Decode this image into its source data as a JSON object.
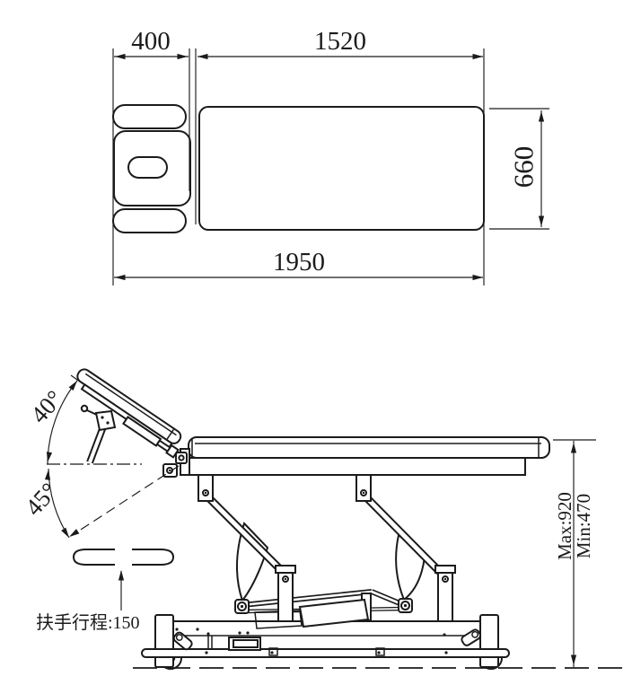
{
  "title": "Therapy table technical drawing, top and side views",
  "colors": {
    "line": "#1b1b1b",
    "background": "#ffffff"
  },
  "top_view": {
    "dim_head_width": "400",
    "dim_bed_length": "1520",
    "dim_width": "660",
    "dim_total_length": "1950"
  },
  "side_view": {
    "backrest_angle": "40°",
    "decline_angle": "45°",
    "armrest_travel": "扶手行程:150",
    "max_height": "Max:920",
    "min_height": "Min:470"
  }
}
